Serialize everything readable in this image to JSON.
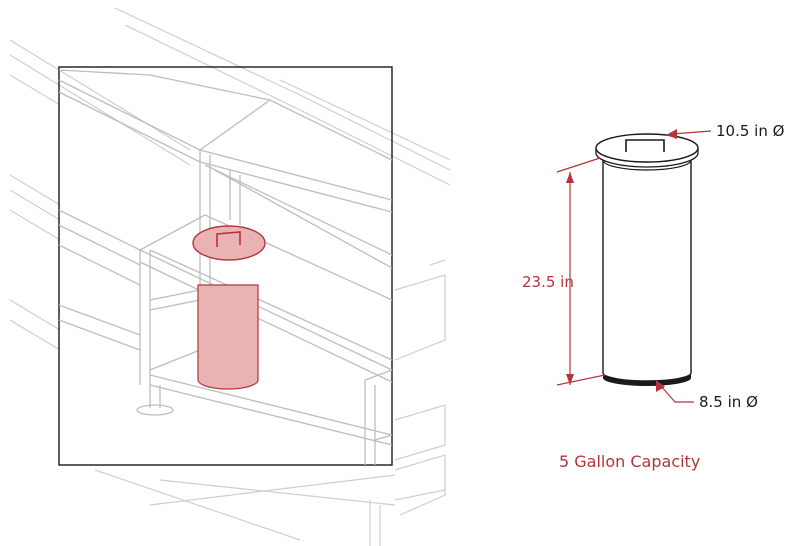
{
  "colors": {
    "accent": "#b5343c",
    "accent_fill": "#e9b3b3",
    "line": "#1a1a1a",
    "ghost": "#c8c8c8"
  },
  "dimensions": {
    "height": "23.5 in",
    "top_diameter": "10.5 in Ø",
    "bottom_diameter": "8.5 in Ø"
  },
  "caption": "5 Gallon Capacity"
}
